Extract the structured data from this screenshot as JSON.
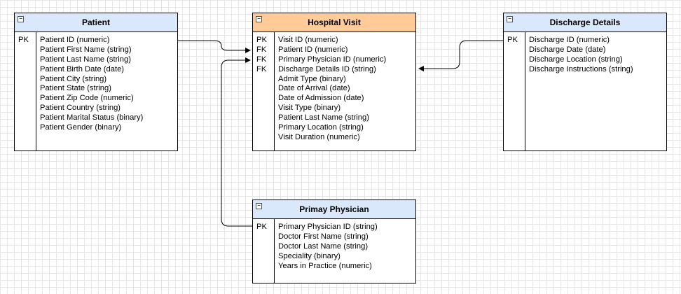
{
  "entities": {
    "patient": {
      "title": "Patient",
      "keys": [
        "PK"
      ],
      "attributes": [
        "Patient ID (numeric)",
        "Patient First Name (string)",
        "Patient Last Name (string)",
        "Patient Birth Date (date)",
        "Patient City (string)",
        "Patient State (string)",
        "Patient Zip Code (numeric)",
        "Patient Country (string)",
        "Patient Marital Status (binary)",
        "Patient Gender (binary)"
      ]
    },
    "hospital_visit": {
      "title": "Hospital Visit",
      "header_color": "#ffcc99",
      "keys": [
        "PK",
        "FK",
        "FK",
        "FK"
      ],
      "attributes": [
        "Visit ID (numeric)",
        "Patient ID (numeric)",
        "Primary Physician ID (numeric)",
        "Discharge Details ID (string)",
        "Admit Type (binary)",
        "Date of Arrival (date)",
        "Date of Admission (date)",
        "Visit Type (binary)",
        "Patient Last Name (string)",
        "Primary Location (string)",
        "Visit Duration (numeric)"
      ]
    },
    "discharge_details": {
      "title": "Discharge Details",
      "keys": [
        "PK"
      ],
      "attributes": [
        "Discharge ID (numeric)",
        "Discharge Date (date)",
        "Discharge Location (string)",
        "Discharge Instructions (string)"
      ]
    },
    "primary_physician": {
      "title": "Primay Physician",
      "keys": [
        "PK"
      ],
      "attributes": [
        "Primary Physician ID (string)",
        "Doctor First Name (string)",
        "Doctor Last Name (string)",
        "Speciality (binary)",
        "Years in Practice (numeric)"
      ]
    }
  },
  "colors": {
    "entity_header": "#dae8fc",
    "highlight_header": "#ffcc99",
    "grid": "#e6e6e6"
  },
  "icons": {
    "collapse": "minus-square-icon"
  },
  "collapse_glyph": "−"
}
